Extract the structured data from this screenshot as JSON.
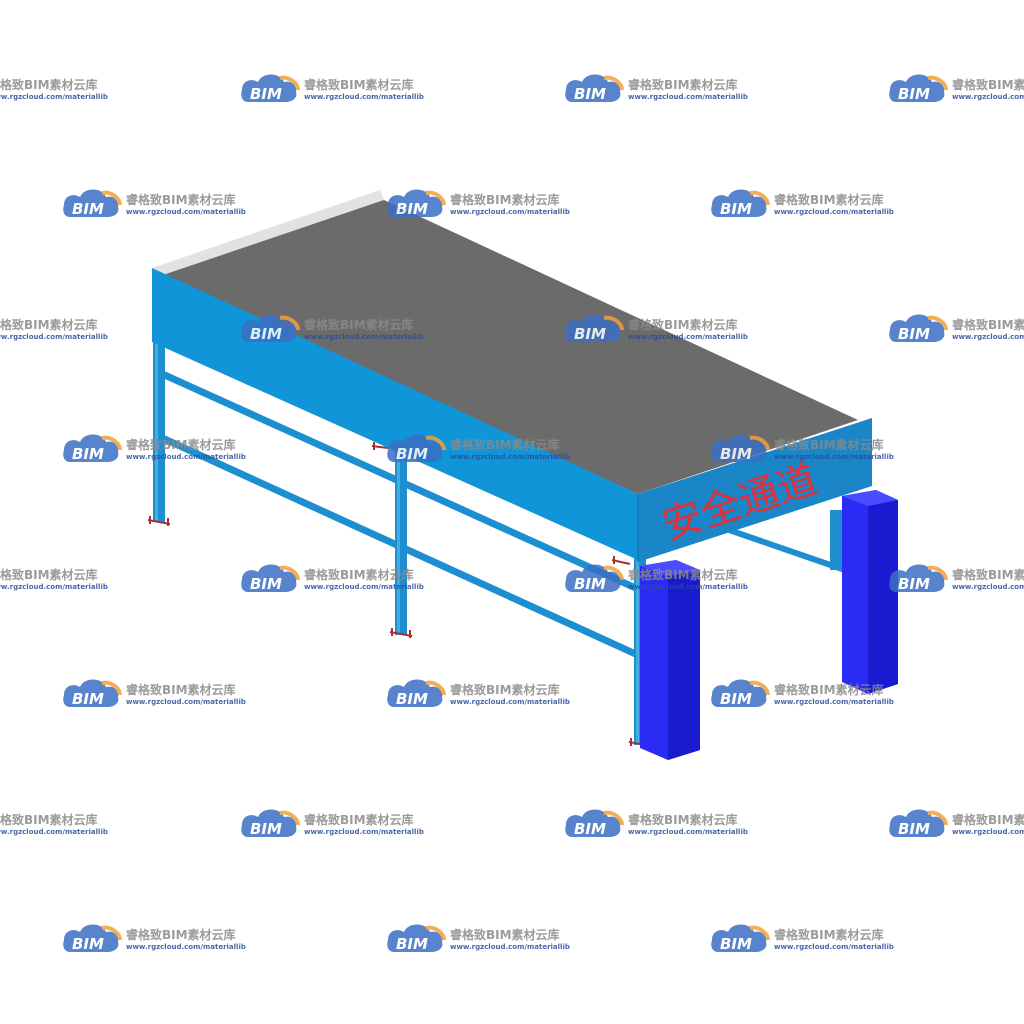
{
  "scene": {
    "sign_text": "安全通道",
    "colors": {
      "roof": "#6b6b6b",
      "roof_edge": "#e2e2e2",
      "fascia": "#0f95d8",
      "fascia_end": "#1a86c8",
      "steel": "#1d8fd0",
      "pier_front": "#2a2cf5",
      "pier_side": "#1a1ad0",
      "sign_text": "#e0303a",
      "base_plate": "#a83030"
    }
  },
  "watermark": {
    "logo_text": "BIM",
    "brand_text": "睿格致BIM素材云库",
    "url_text": "www.rgzcloud.com/materiallib",
    "colors": {
      "cloud": "#3a6fc4",
      "cloud_accent": "#f2a23a"
    }
  }
}
